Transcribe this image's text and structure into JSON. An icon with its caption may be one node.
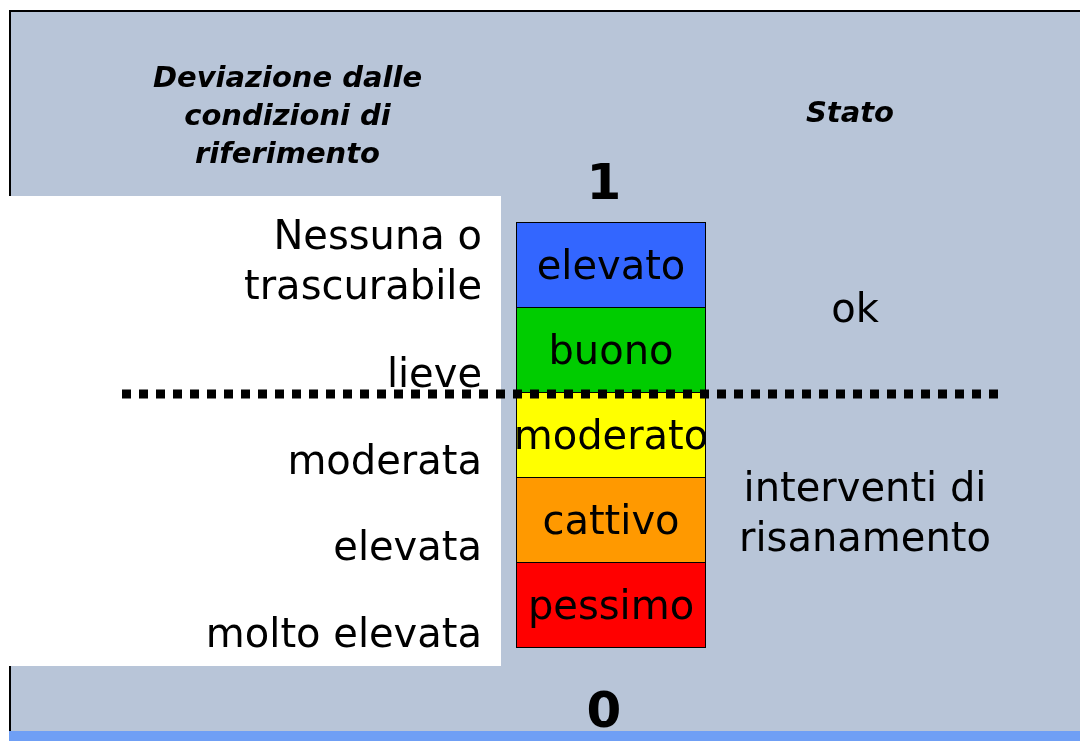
{
  "diagram": {
    "nodes": [
      {
        "text": [
          "elevato"
        ]
      },
      {
        "text": [
          "buono"
        ]
      },
      {
        "text": [
          "moderato"
        ]
      },
      {
        "text": [
          "cattivo"
        ]
      },
      {
        "text": [
          "pessimo"
        ]
      }
    ],
    "labels": [
      "Deviazione dalle condizioni di riferimento",
      "Stato",
      "1",
      "Nessuna o trascurabile",
      "ok",
      "lieve",
      "moderata",
      "interventi di risanamento",
      "elevata",
      "molto elevata",
      "0"
    ]
  }
}
